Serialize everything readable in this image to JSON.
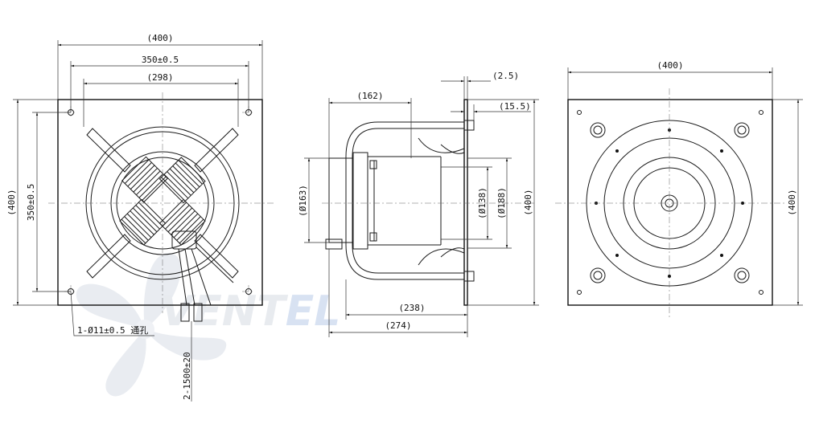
{
  "watermark": {
    "brand_prefix": "VENT",
    "brand_suffix": "EL",
    "brand_color": "#cfd8e6",
    "fan_icon": "fan-blades-icon"
  },
  "front_view": {
    "width_overall": "(400)",
    "hole_spacing_h": "350±0.5",
    "guard_width": "(298)",
    "height_overall": "(400)",
    "hole_spacing_v": "350±0.5",
    "hole_note": "1-Ø11±0.5 通孔",
    "cable_note": "2-1500±20"
  },
  "side_view": {
    "motor_depth": "(162)",
    "flange_thickness": "(2.5)",
    "flange_offset": "(15.5)",
    "motor_dia": "(Ø163)",
    "inlet_dia_1": "(Ø138)",
    "inlet_dia_2": "(Ø188)",
    "height": "(400)",
    "depth_1": "(238)",
    "depth_total": "(274)"
  },
  "rear_view": {
    "width": "(400)",
    "height": "(400)"
  }
}
